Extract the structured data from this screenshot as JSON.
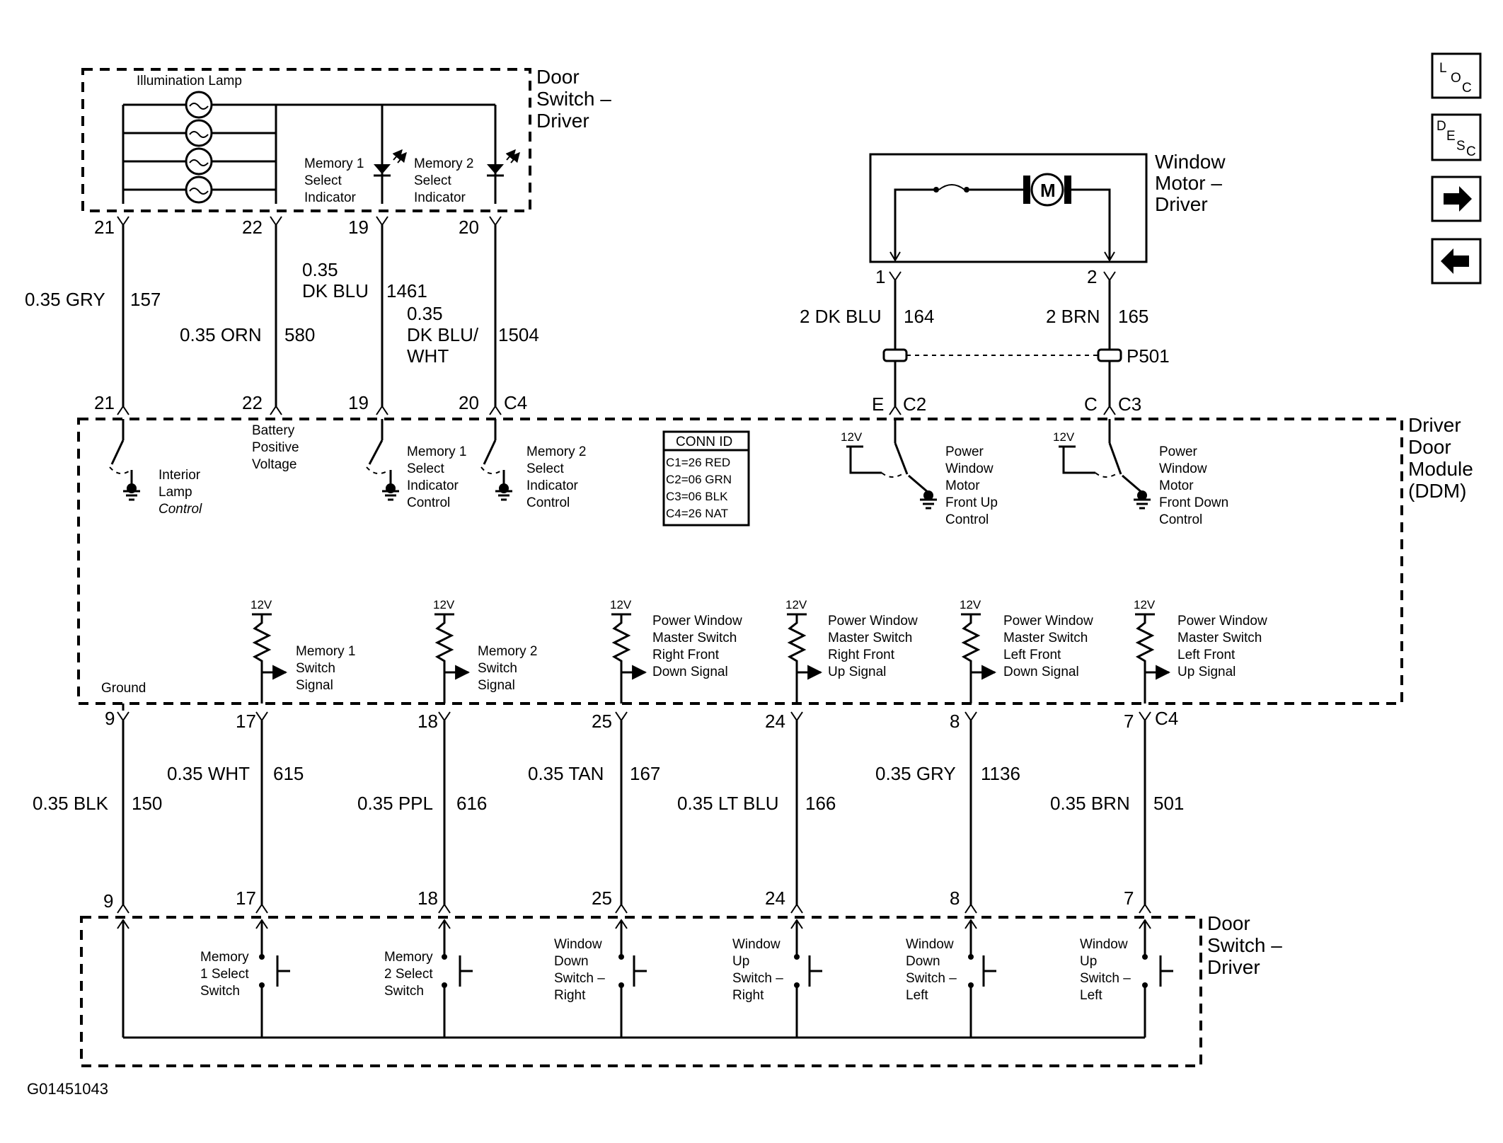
{
  "blocks": {
    "door_switch_top": [
      "Door",
      "Switch –",
      "Driver"
    ],
    "window_motor": [
      "Window",
      "Motor –",
      "Driver"
    ],
    "ddm": [
      "Driver",
      "Door",
      "Module",
      "(DDM)"
    ],
    "door_switch_bottom": [
      "Door",
      "Switch –",
      "Driver"
    ]
  },
  "illumination_lamp": "Illumination  Lamp",
  "motor_symbol": "M",
  "indicators": {
    "memory1": [
      "Memory 1",
      "Select",
      "Indicator"
    ],
    "memory2": [
      "Memory 2",
      "Select",
      "Indicator"
    ]
  },
  "top_pins": {
    "p21": "21",
    "p22": "22",
    "p19": "19",
    "p20": "20",
    "m1": "1",
    "m2": "2",
    "d21": "21",
    "d22": "22",
    "d19": "19",
    "d20": "20",
    "c4": "C4",
    "e": "E",
    "c2": "C2",
    "c": "C",
    "c3": "C3"
  },
  "top_wires": {
    "w157_gauge": "0.35 GRY",
    "w157_circuit": "157",
    "w580_gauge": "0.35 ORN",
    "w580_circuit": "580",
    "w1461_gauge": [
      "0.35",
      "DK BLU"
    ],
    "w1461_circuit": "1461",
    "w1504_gauge": [
      "0.35",
      "DK BLU/",
      "WHT"
    ],
    "w1504_circuit": "1504",
    "w164_gauge": "2 DK BLU",
    "w164_circuit": "164",
    "w165_gauge": "2 BRN",
    "w165_circuit": "165",
    "connector": "P501"
  },
  "ddm_labels": {
    "interior_lamp": [
      "Interior",
      "Lamp",
      "Control"
    ],
    "battery": [
      "Battery",
      "Positive",
      "Voltage"
    ],
    "mem1_ind": [
      "Memory 1",
      "Select",
      "Indicator",
      "Control"
    ],
    "mem2_ind": [
      "Memory 2",
      "Select",
      "Indicator",
      "Control"
    ],
    "pw_up": [
      "Power",
      "Window",
      "Motor",
      "Front Up",
      "Control"
    ],
    "pw_down": [
      "Power",
      "Window",
      "Motor",
      "Front Down",
      "Control"
    ],
    "v12": "12V",
    "ground": "Ground",
    "mem1_sw": [
      "Memory 1",
      "Switch",
      "Signal"
    ],
    "mem2_sw": [
      "Memory 2",
      "Switch",
      "Signal"
    ],
    "rf_down": [
      "Power Window",
      "Master Switch",
      "Right Front",
      "Down Signal"
    ],
    "rf_up": [
      "Power Window",
      "Master Switch",
      "Right Front",
      "Up Signal"
    ],
    "lf_down": [
      "Power Window",
      "Master Switch",
      "Left Front",
      "Down Signal"
    ],
    "lf_up": [
      "Power Window",
      "Master Switch",
      "Left Front",
      "Up Signal"
    ]
  },
  "conn_id": {
    "title": "CONN ID",
    "rows": [
      "C1=26 RED",
      "C2=06 GRN",
      "C3=06 BLK",
      "C4=26 NAT"
    ]
  },
  "bottom_pins": [
    "9",
    "17",
    "18",
    "25",
    "24",
    "8",
    "7"
  ],
  "bottom_connector": "C4",
  "bottom_wires": {
    "w150_gauge": "0.35 BLK",
    "w150_circuit": "150",
    "w615_gauge": "0.35 WHT",
    "w615_circuit": "615",
    "w616_gauge": "0.35 PPL",
    "w616_circuit": "616",
    "w167_gauge": "0.35 TAN",
    "w167_circuit": "167",
    "w166_gauge": "0.35 LT BLU",
    "w166_circuit": "166",
    "w1136_gauge": "0.35 GRY",
    "w1136_circuit": "1136",
    "w501_gauge": "0.35 BRN",
    "w501_circuit": "501"
  },
  "switches": {
    "mem1": [
      "Memory",
      "1 Select",
      "Switch"
    ],
    "mem2": [
      "Memory",
      "2 Select",
      "Switch"
    ],
    "win_down_right": [
      "Window",
      "Down",
      "Switch –",
      "Right"
    ],
    "win_up_right": [
      "Window",
      "Up",
      "Switch –",
      "Right"
    ],
    "win_down_left": [
      "Window",
      "Down",
      "Switch –",
      "Left"
    ],
    "win_up_left": [
      "Window",
      "Up",
      "Switch –",
      "Left"
    ]
  },
  "figure_id": "G01451043",
  "nav": {
    "loc": [
      "L",
      "O",
      "C"
    ],
    "desc": [
      "D",
      "E",
      "S",
      "C"
    ],
    "next": "→",
    "prev": "←"
  }
}
